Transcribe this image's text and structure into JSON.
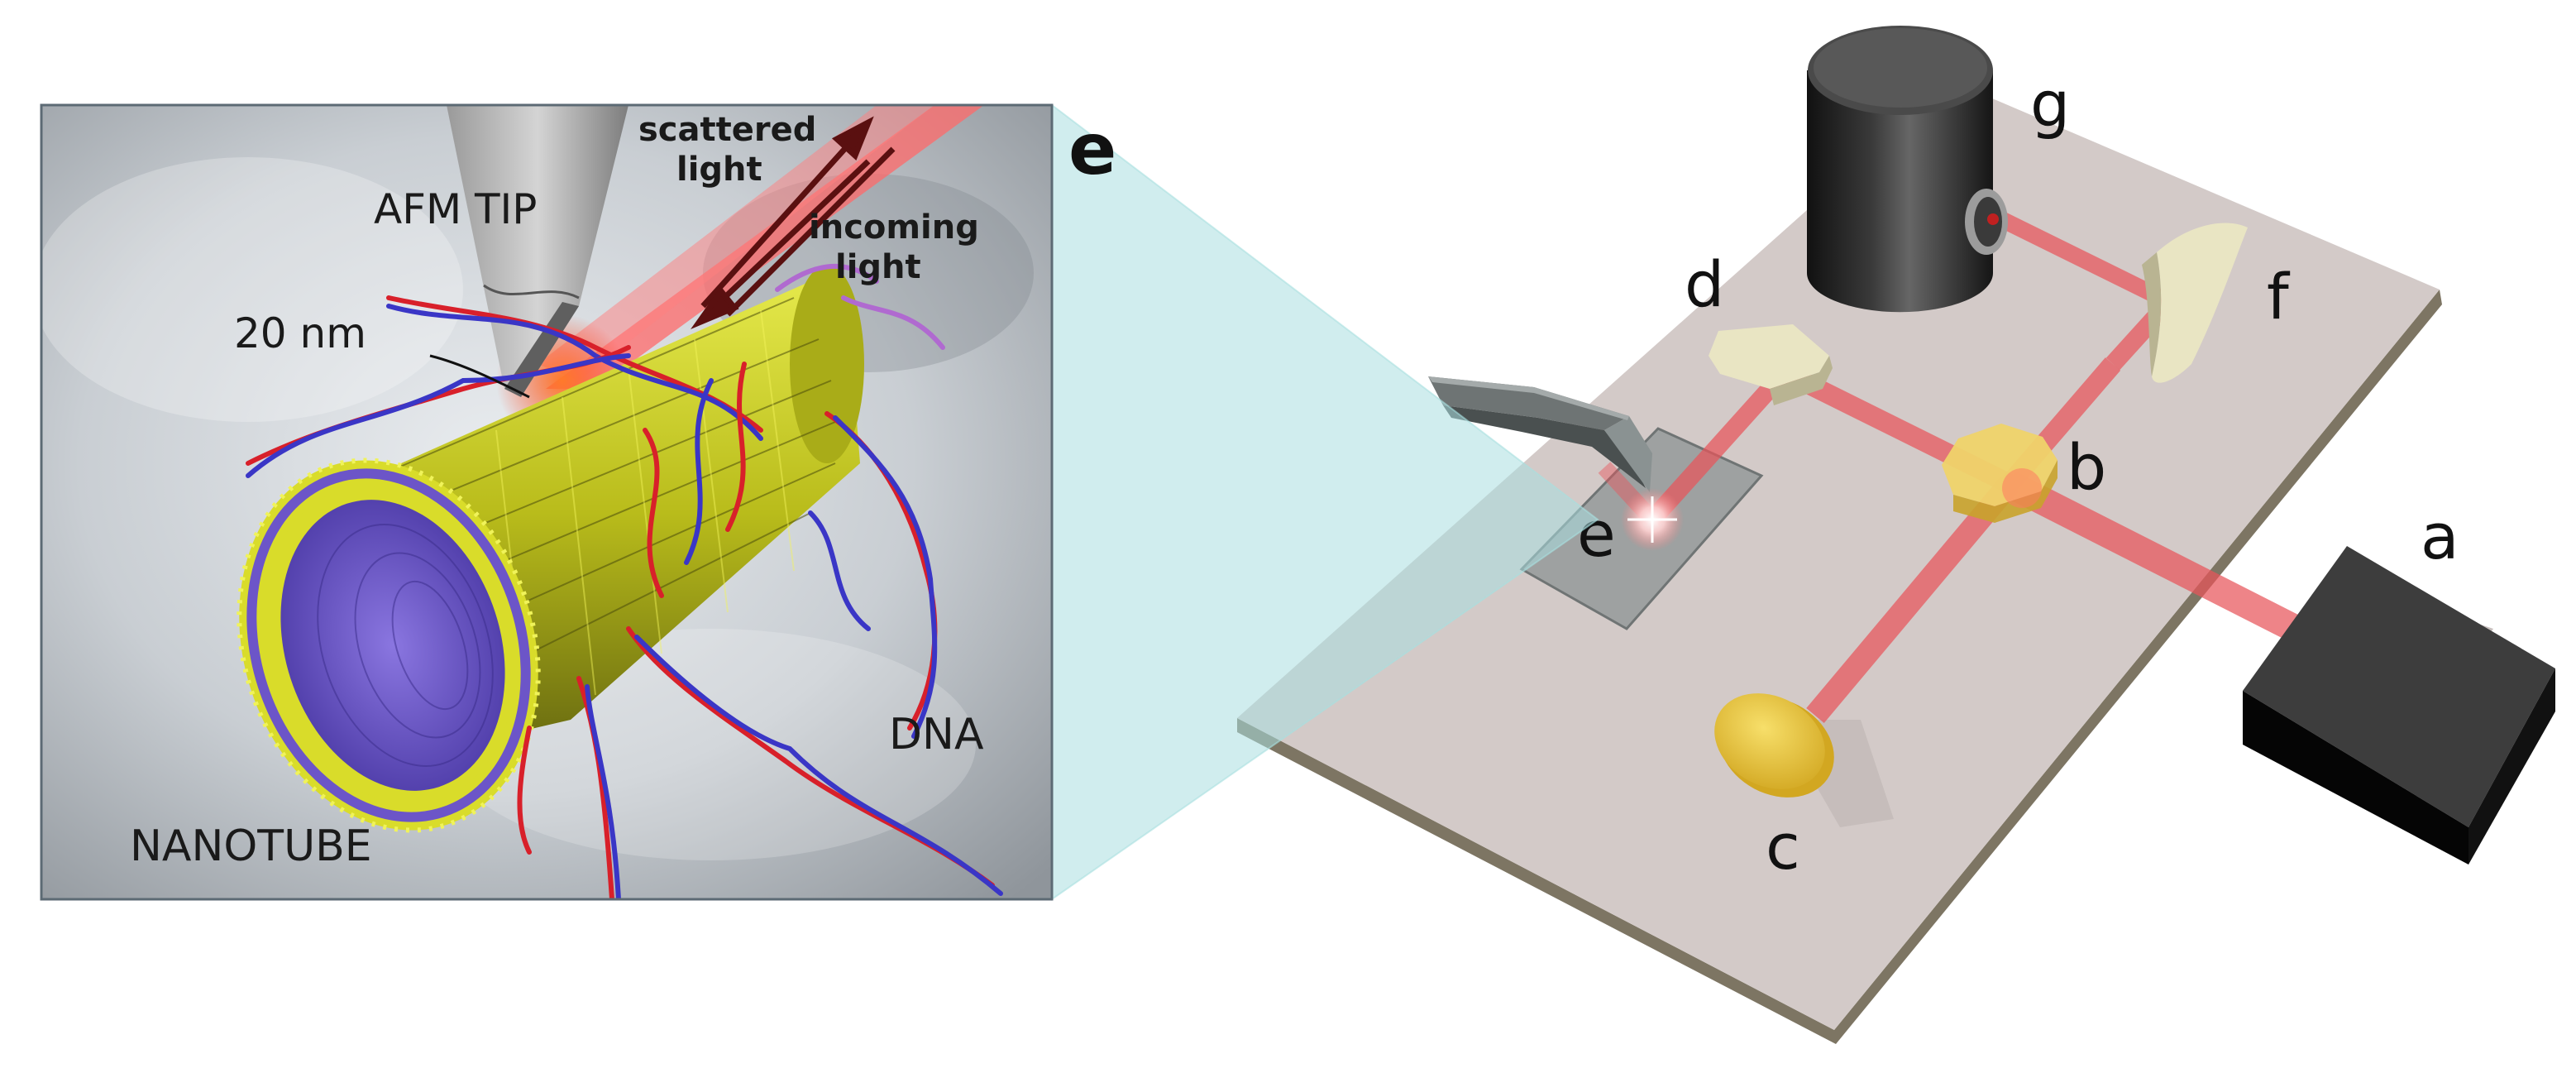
{
  "inset": {
    "labels": {
      "afm_tip": "AFM TIP",
      "scattered_light": [
        "scattered",
        "light"
      ],
      "incoming_light": [
        "incoming",
        "light"
      ],
      "scale": "20 nm",
      "dna": "DNA",
      "nanotube": "NANOTUBE"
    }
  },
  "callout_letter": "e",
  "setup": {
    "components": {
      "a": "a",
      "b": "b",
      "c": "c",
      "d": "d",
      "e": "e",
      "f": "f",
      "g": "g"
    }
  },
  "colors": {
    "beam": "#e8555a",
    "plate": "#d2c9c7",
    "plate_edge": "#7d7563",
    "nanotube_yellow": "#c9cc1a",
    "nanotube_purple": "#6c55c8",
    "dna_red": "#d8202a",
    "dna_blue": "#3a36c6",
    "projection": "#a9dfe0",
    "mirror": "#eeeac6",
    "lens_gold": "#e7c43a",
    "detector": "#2d2d2d",
    "laser_box": "#3d3d3d"
  }
}
